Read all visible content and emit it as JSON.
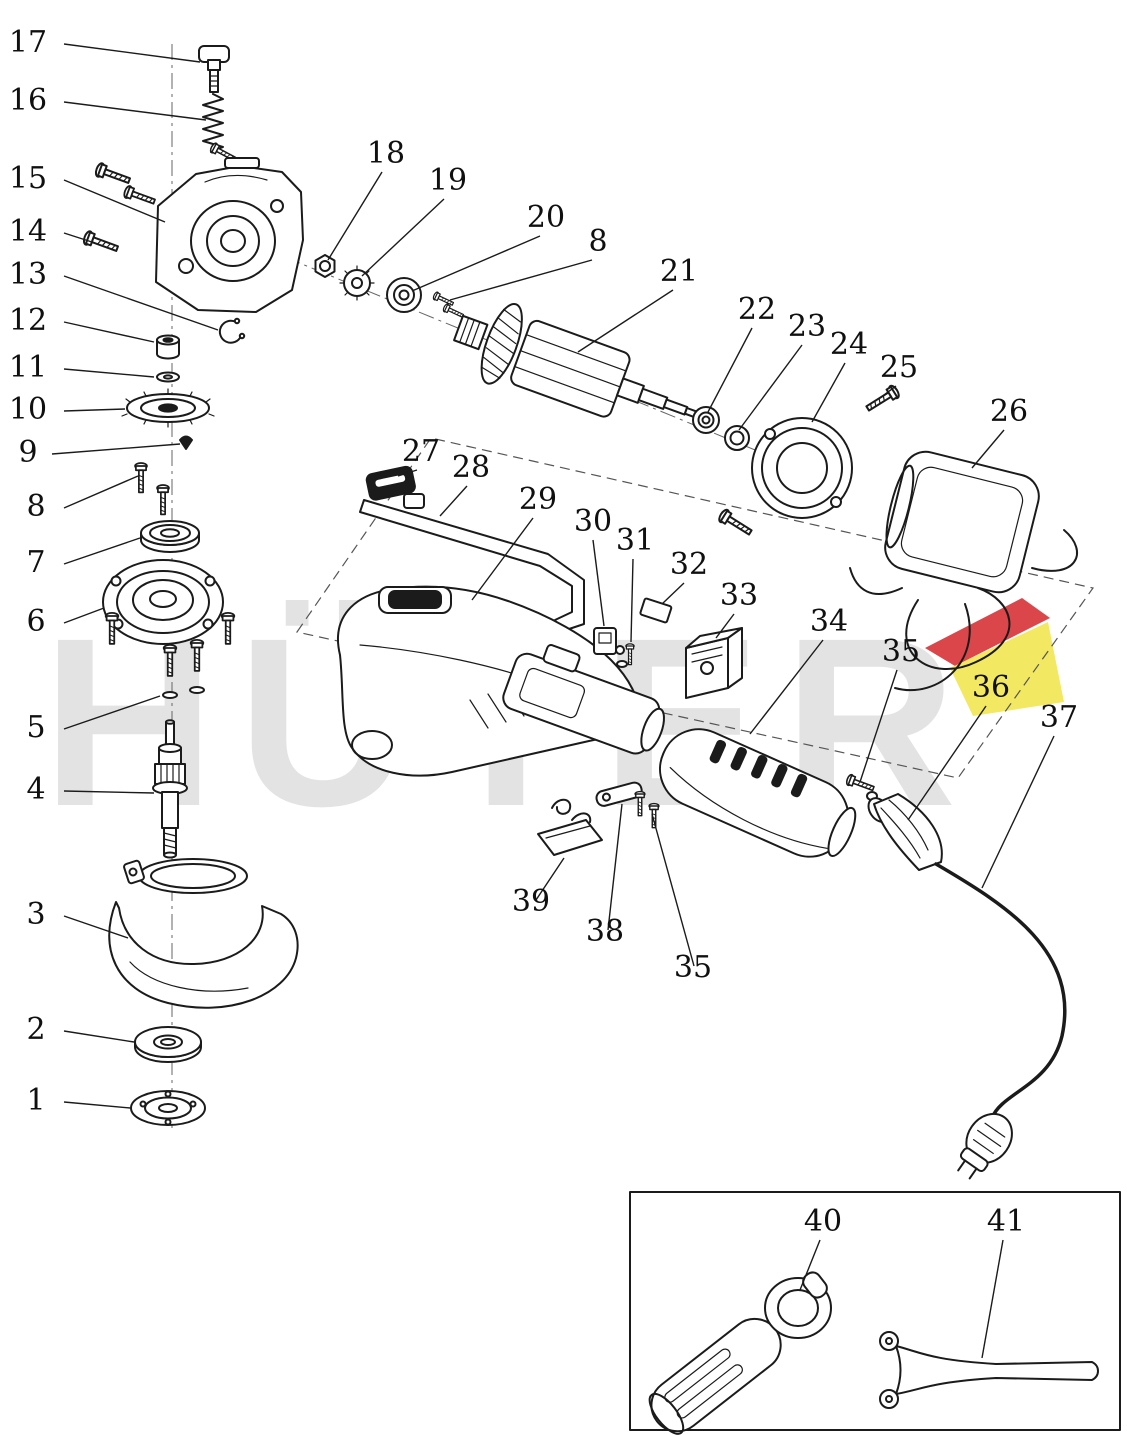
{
  "diagram": {
    "watermark": {
      "text": "HÜTER",
      "color": "#c9c9c9",
      "accent_red": "#d5262a",
      "accent_yellow": "#efe23b"
    },
    "line_color": "#1b1b1b",
    "parts": [
      {
        "num": "17",
        "name": "spindle-lock-button",
        "anchor": "start",
        "label": [
          28,
          52
        ],
        "line": [
          64,
          44,
          200,
          62
        ]
      },
      {
        "num": "16",
        "name": "spring",
        "anchor": "start",
        "label": [
          28,
          110
        ],
        "line": [
          64,
          102,
          206,
          120
        ]
      },
      {
        "num": "15",
        "name": "gear-housing",
        "anchor": "start",
        "label": [
          28,
          188
        ],
        "line": [
          64,
          180,
          165,
          222
        ]
      },
      {
        "num": "14",
        "name": "screw",
        "anchor": "start",
        "label": [
          28,
          241
        ],
        "line": [
          64,
          233,
          95,
          243
        ]
      },
      {
        "num": "13",
        "name": "circlip",
        "anchor": "start",
        "label": [
          28,
          284
        ],
        "line": [
          64,
          276,
          218,
          330
        ]
      },
      {
        "num": "12",
        "name": "bushing",
        "anchor": "start",
        "label": [
          28,
          330
        ],
        "line": [
          64,
          322,
          154,
          342
        ]
      },
      {
        "num": "11",
        "name": "washer",
        "anchor": "start",
        "label": [
          28,
          377
        ],
        "line": [
          64,
          369,
          154,
          377
        ]
      },
      {
        "num": "10",
        "name": "gear",
        "anchor": "start",
        "label": [
          28,
          419
        ],
        "line": [
          64,
          411,
          125,
          409
        ]
      },
      {
        "num": "9",
        "name": "key",
        "anchor": "start",
        "label": [
          28,
          462
        ],
        "line": [
          52,
          454,
          180,
          444
        ]
      },
      {
        "num": "8",
        "name": "screw",
        "anchor": "start",
        "label": [
          36,
          516
        ],
        "line": [
          64,
          508,
          138,
          476
        ]
      },
      {
        "num": "7",
        "name": "bearing",
        "anchor": "start",
        "label": [
          36,
          572
        ],
        "line": [
          64,
          564,
          140,
          538
        ]
      },
      {
        "num": "6",
        "name": "bearing-flange",
        "anchor": "start",
        "label": [
          36,
          631
        ],
        "line": [
          64,
          623,
          104,
          608
        ]
      },
      {
        "num": "5",
        "name": "screws",
        "anchor": "start",
        "label": [
          36,
          737
        ],
        "line": [
          64,
          729,
          160,
          696
        ]
      },
      {
        "num": "4",
        "name": "spindle",
        "anchor": "start",
        "label": [
          36,
          799
        ],
        "line": [
          64,
          791,
          154,
          793
        ]
      },
      {
        "num": "3",
        "name": "wheel-guard",
        "anchor": "start",
        "label": [
          36,
          924
        ],
        "line": [
          64,
          916,
          128,
          938
        ]
      },
      {
        "num": "2",
        "name": "inner-flange",
        "anchor": "start",
        "label": [
          36,
          1039
        ],
        "line": [
          64,
          1031,
          134,
          1042
        ]
      },
      {
        "num": "1",
        "name": "clamp-flange",
        "anchor": "start",
        "label": [
          36,
          1110
        ],
        "line": [
          64,
          1102,
          130,
          1108
        ]
      },
      {
        "num": "18",
        "name": "nut",
        "label": [
          386,
          163
        ],
        "line": [
          382,
          172,
          328,
          260
        ]
      },
      {
        "num": "19",
        "name": "pinion",
        "label": [
          448,
          190
        ],
        "line": [
          444,
          199,
          362,
          276
        ]
      },
      {
        "num": "20",
        "name": "bearing",
        "label": [
          546,
          227
        ],
        "line": [
          540,
          236,
          412,
          291
        ]
      },
      {
        "num": "8",
        "name": "screws",
        "label": [
          598,
          251
        ],
        "line": [
          592,
          260,
          450,
          300
        ]
      },
      {
        "num": "21",
        "name": "armature",
        "label": [
          679,
          281
        ],
        "line": [
          673,
          290,
          578,
          352
        ]
      },
      {
        "num": "22",
        "name": "bearing",
        "label": [
          757,
          319
        ],
        "line": [
          752,
          328,
          708,
          412
        ]
      },
      {
        "num": "23",
        "name": "ring",
        "label": [
          807,
          336
        ],
        "line": [
          802,
          345,
          739,
          430
        ]
      },
      {
        "num": "24",
        "name": "bearing-cover",
        "label": [
          849,
          354
        ],
        "line": [
          845,
          363,
          812,
          422
        ]
      },
      {
        "num": "25",
        "name": "screw",
        "label": [
          899,
          377
        ],
        "line": [
          896,
          386,
          880,
          398
        ]
      },
      {
        "num": "26",
        "name": "stator",
        "label": [
          1009,
          421
        ],
        "line": [
          1004,
          430,
          972,
          468
        ]
      },
      {
        "num": "27",
        "name": "cap",
        "label": [
          421,
          461
        ],
        "line": [
          417,
          470,
          398,
          476
        ]
      },
      {
        "num": "28",
        "name": "bracket-bar",
        "label": [
          471,
          477
        ],
        "line": [
          467,
          486,
          440,
          516
        ]
      },
      {
        "num": "29",
        "name": "motor-housing",
        "label": [
          538,
          509
        ],
        "line": [
          533,
          518,
          472,
          600
        ]
      },
      {
        "num": "30",
        "name": "brush-holder",
        "label": [
          593,
          531
        ],
        "line": [
          593,
          540,
          604,
          626
        ]
      },
      {
        "num": "31",
        "name": "screw",
        "label": [
          635,
          550
        ],
        "line": [
          633,
          559,
          631,
          642
        ]
      },
      {
        "num": "32",
        "name": "brush",
        "label": [
          689,
          574
        ],
        "line": [
          684,
          583,
          662,
          604
        ]
      },
      {
        "num": "33",
        "name": "switch",
        "label": [
          739,
          605
        ],
        "line": [
          734,
          614,
          716,
          638
        ]
      },
      {
        "num": "34",
        "name": "rear-housing",
        "label": [
          829,
          631
        ],
        "line": [
          823,
          640,
          750,
          734
        ]
      },
      {
        "num": "35",
        "name": "screw",
        "label": [
          901,
          661
        ],
        "line": [
          897,
          670,
          860,
          782
        ]
      },
      {
        "num": "36",
        "name": "cord-guard",
        "label": [
          991,
          697
        ],
        "line": [
          986,
          706,
          908,
          820
        ]
      },
      {
        "num": "37",
        "name": "power-cord",
        "label": [
          1059,
          727
        ],
        "line": [
          1054,
          736,
          982,
          888
        ]
      },
      {
        "num": "39",
        "name": "wire-cover",
        "label": [
          531,
          911
        ],
        "line": [
          536,
          900,
          564,
          858
        ]
      },
      {
        "num": "38",
        "name": "lever",
        "label": [
          605,
          941
        ],
        "line": [
          608,
          930,
          622,
          804
        ]
      },
      {
        "num": "35",
        "name": "screws",
        "label": [
          693,
          977
        ],
        "line": [
          694,
          966,
          652,
          814
        ]
      },
      {
        "num": "40",
        "name": "side-handle",
        "label": [
          823,
          1231
        ],
        "line": [
          820,
          1240,
          800,
          1290
        ]
      },
      {
        "num": "41",
        "name": "pin-wrench",
        "label": [
          1006,
          1231
        ],
        "line": [
          1003,
          1240,
          982,
          1358
        ]
      }
    ]
  }
}
